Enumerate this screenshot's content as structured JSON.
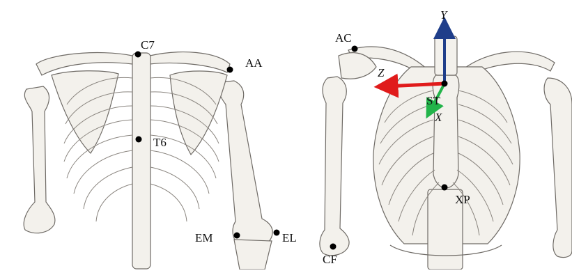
{
  "landmarks": {
    "c7": "C7",
    "aa": "AA",
    "t6": "T6",
    "em": "EM",
    "el": "EL",
    "ac": "AC",
    "st": "ST",
    "xp": "XP",
    "cf": "CF"
  },
  "axes": {
    "y": "Y",
    "z": "Z",
    "x": "X"
  },
  "colors": {
    "y_axis": "#1f3e8a",
    "z_axis": "#e01b1b",
    "x_axis": "#22b44a",
    "landmark_dot": "#000000",
    "bone_fill": "#f3f1ec",
    "bone_stroke": "#6f6b66"
  }
}
